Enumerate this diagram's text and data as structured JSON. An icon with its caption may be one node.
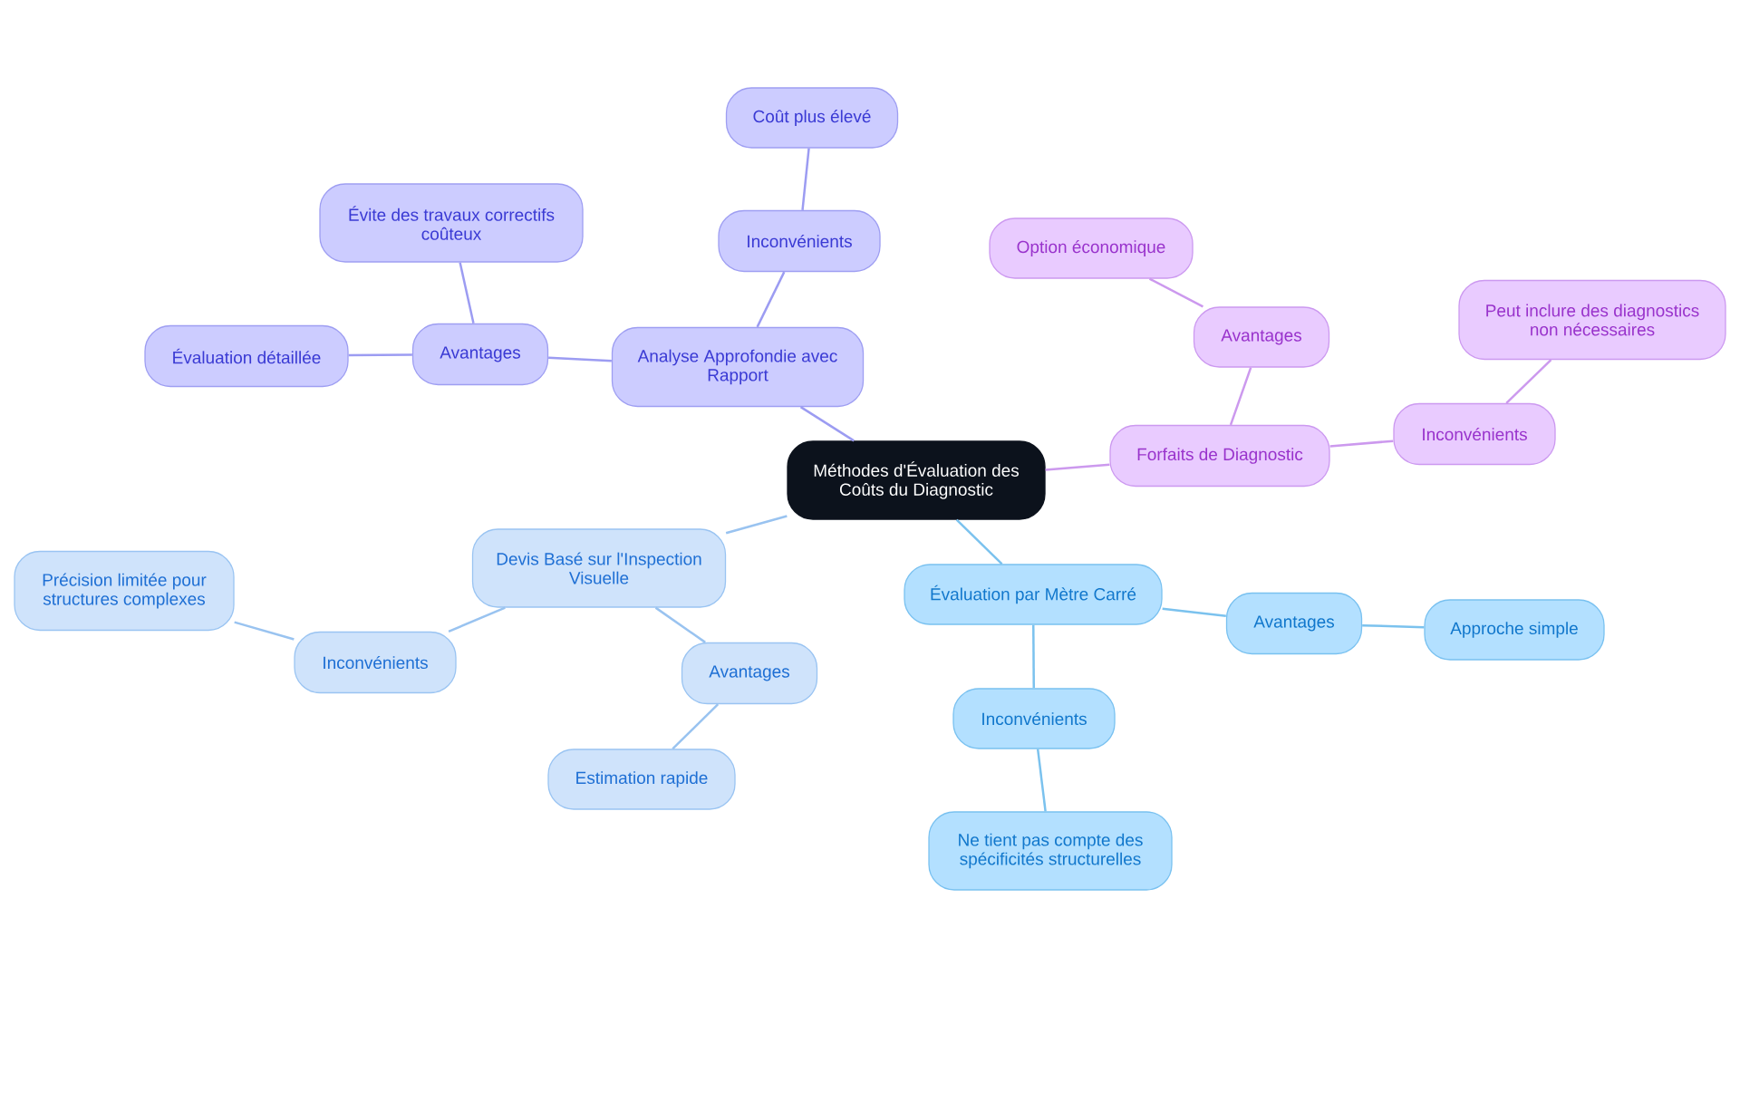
{
  "diagram": {
    "nodes": [
      {
        "text": [
          "Méthodes d'Évaluation des Coûts du Diagnostic"
        ]
      },
      {
        "text": [
          "Analyse Approfondie avec Rapport"
        ]
      },
      {
        "text": [
          "Avantages"
        ]
      },
      {
        "text": [
          "Évite des travaux correctifs coûteux"
        ]
      },
      {
        "text": [
          "Évaluation détaillée"
        ]
      },
      {
        "text": [
          "Inconvénients"
        ]
      },
      {
        "text": [
          "Coût plus élevé"
        ]
      },
      {
        "text": [
          "Forfaits de Diagnostic"
        ]
      },
      {
        "text": [
          "Avantages"
        ]
      },
      {
        "text": [
          "Option économique"
        ]
      },
      {
        "text": [
          "Inconvénients"
        ]
      },
      {
        "text": [
          "Peut inclure des diagnostics non nécessaires"
        ]
      },
      {
        "text": [
          "Devis Basé sur l'Inspection Visuelle"
        ]
      },
      {
        "text": [
          "Inconvénients"
        ]
      },
      {
        "text": [
          "Précision limitée pour structures complexes"
        ]
      },
      {
        "text": [
          "Avantages"
        ]
      },
      {
        "text": [
          "Estimation rapide"
        ]
      },
      {
        "text": [
          "Évaluation par Mètre Carré"
        ]
      },
      {
        "text": [
          "Avantages"
        ]
      },
      {
        "text": [
          "Approche simple"
        ]
      },
      {
        "text": [
          "Inconvénients"
        ]
      },
      {
        "text": [
          "Ne tient pas compte des spécificités structurelles"
        ]
      }
    ],
    "edges": [
      {
        "from": 0,
        "to": 1,
        "arrow": "none",
        "color": "#9c9cf2"
      },
      {
        "from": 1,
        "to": 2,
        "arrow": "none",
        "color": "#9c9cf2"
      },
      {
        "from": 2,
        "to": 3,
        "arrow": "none",
        "color": "#9c9cf2"
      },
      {
        "from": 2,
        "to": 4,
        "arrow": "none",
        "color": "#9c9cf2"
      },
      {
        "from": 1,
        "to": 5,
        "arrow": "none",
        "color": "#9c9cf2"
      },
      {
        "from": 5,
        "to": 6,
        "arrow": "none",
        "color": "#9c9cf2"
      },
      {
        "from": 0,
        "to": 7,
        "arrow": "none",
        "color": "#cc99ee"
      },
      {
        "from": 7,
        "to": 8,
        "arrow": "none",
        "color": "#cc99ee"
      },
      {
        "from": 8,
        "to": 9,
        "arrow": "none",
        "color": "#cc99ee"
      },
      {
        "from": 7,
        "to": 10,
        "arrow": "none",
        "color": "#cc99ee"
      },
      {
        "from": 10,
        "to": 11,
        "arrow": "none",
        "color": "#cc99ee"
      },
      {
        "from": 0,
        "to": 12,
        "arrow": "none",
        "color": "#99c3f0"
      },
      {
        "from": 12,
        "to": 13,
        "arrow": "none",
        "color": "#99c3f0"
      },
      {
        "from": 13,
        "to": 14,
        "arrow": "none",
        "color": "#99c3f0"
      },
      {
        "from": 12,
        "to": 15,
        "arrow": "none",
        "color": "#99c3f0"
      },
      {
        "from": 15,
        "to": 16,
        "arrow": "none",
        "color": "#99c3f0"
      },
      {
        "from": 0,
        "to": 17,
        "arrow": "none",
        "color": "#7bc2ee"
      },
      {
        "from": 17,
        "to": 18,
        "arrow": "none",
        "color": "#7bc2ee"
      },
      {
        "from": 18,
        "to": 19,
        "arrow": "none",
        "color": "#7bc2ee"
      },
      {
        "from": 17,
        "to": 20,
        "arrow": "none",
        "color": "#7bc2ee"
      },
      {
        "from": 20,
        "to": 21,
        "arrow": "none",
        "color": "#7bc2ee"
      }
    ]
  }
}
